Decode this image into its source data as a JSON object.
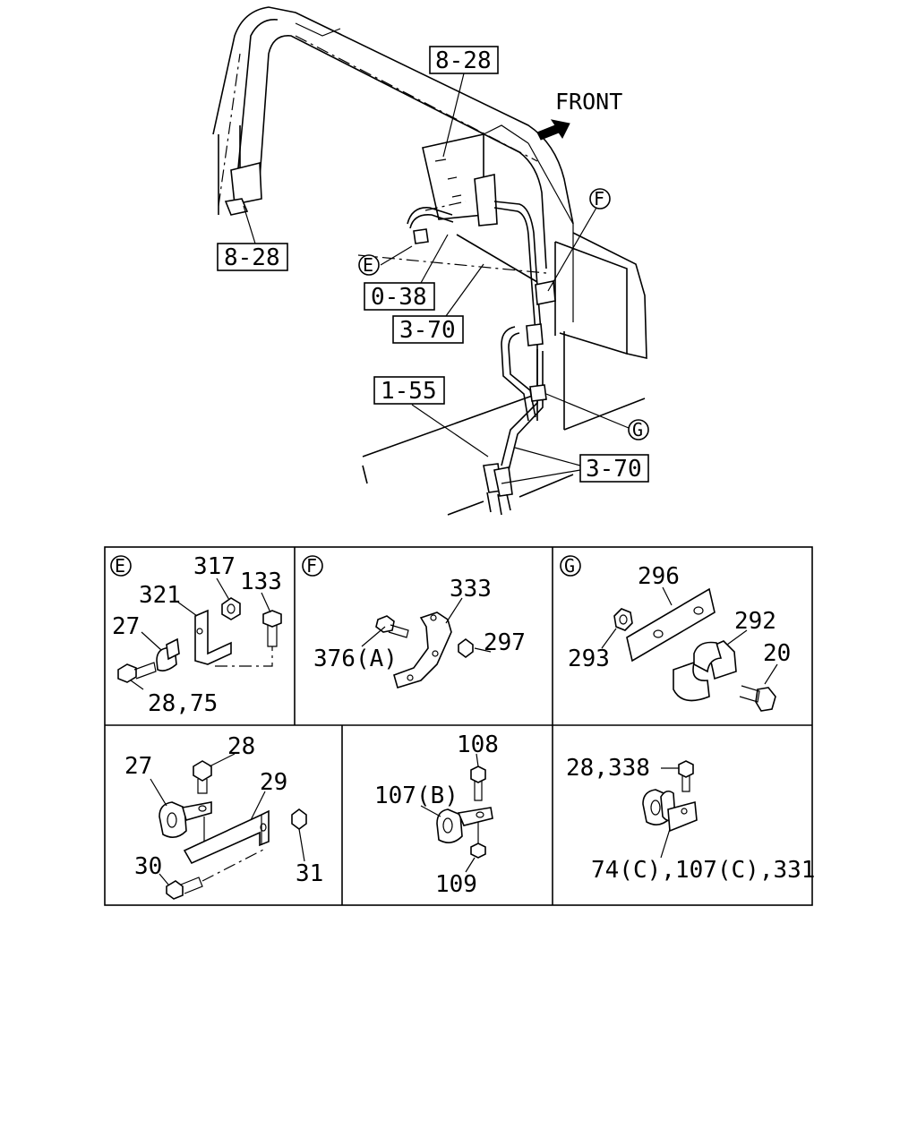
{
  "main_view": {
    "front_label": "FRONT",
    "refs": [
      "8-28",
      "8-28",
      "0-38",
      "3-70",
      "1-55",
      "3-70"
    ],
    "circle_markers": [
      "E",
      "F",
      "G"
    ]
  },
  "panels": {
    "E": {
      "id": "E",
      "labels": [
        "317",
        "133",
        "321",
        "27",
        "28,75"
      ]
    },
    "F": {
      "id": "F",
      "labels": [
        "333",
        "376(A)",
        "297"
      ]
    },
    "G": {
      "id": "G",
      "labels": [
        "296",
        "292",
        "293",
        "20"
      ]
    },
    "p4": {
      "labels": [
        "28",
        "27",
        "29",
        "30",
        "31"
      ]
    },
    "p5": {
      "labels": [
        "108",
        "107(B)",
        "109"
      ]
    },
    "p6": {
      "labels": [
        "28,338",
        "74(C),107(C),331"
      ]
    }
  }
}
